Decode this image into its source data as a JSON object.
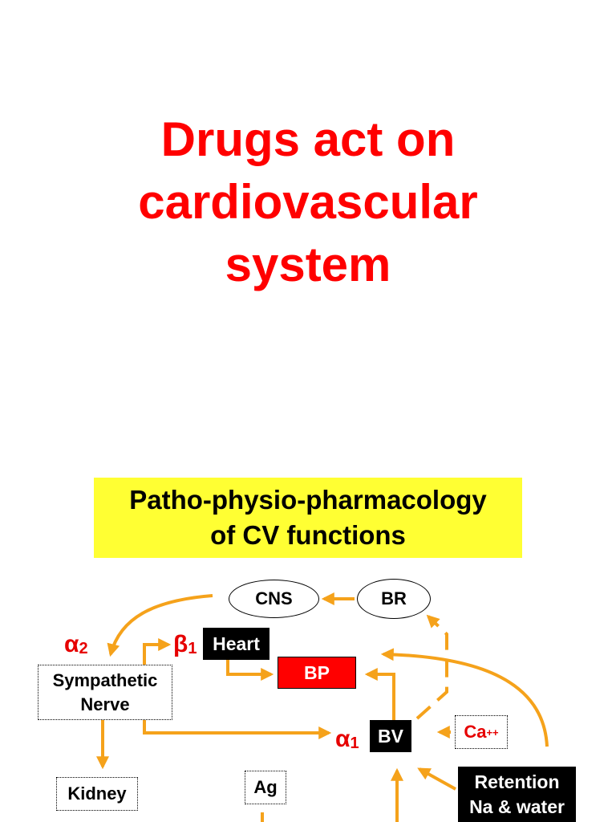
{
  "slide_title": {
    "line1": "Drugs act on",
    "line2": "cardiovascular",
    "line3": "system"
  },
  "banner": {
    "line1": "Patho-physio-pharmacology",
    "line2": "of CV functions"
  },
  "nodes": {
    "cns": "CNS",
    "br": "BR",
    "heart": "Heart",
    "bp": "BP",
    "sympathetic_line1": "Sympathetic",
    "sympathetic_line2": "Nerve",
    "bv": "BV",
    "ca_base": "Ca",
    "ca_charge": "++",
    "kidney": "Kidney",
    "ag": "Ag",
    "retention_line1": "Retention",
    "retention_line2": "Na & water"
  },
  "receptors": {
    "alpha2_symbol": "α",
    "alpha2_sub": "2",
    "beta1_symbol": "β",
    "beta1_sub": "1",
    "alpha1_symbol": "α",
    "alpha1_sub": "1"
  },
  "colors": {
    "title": "#ff0000",
    "banner_bg": "#ffff33",
    "arrow": "#f5a21b",
    "receptor": "#e60000",
    "bp_box": "#ff0000"
  }
}
